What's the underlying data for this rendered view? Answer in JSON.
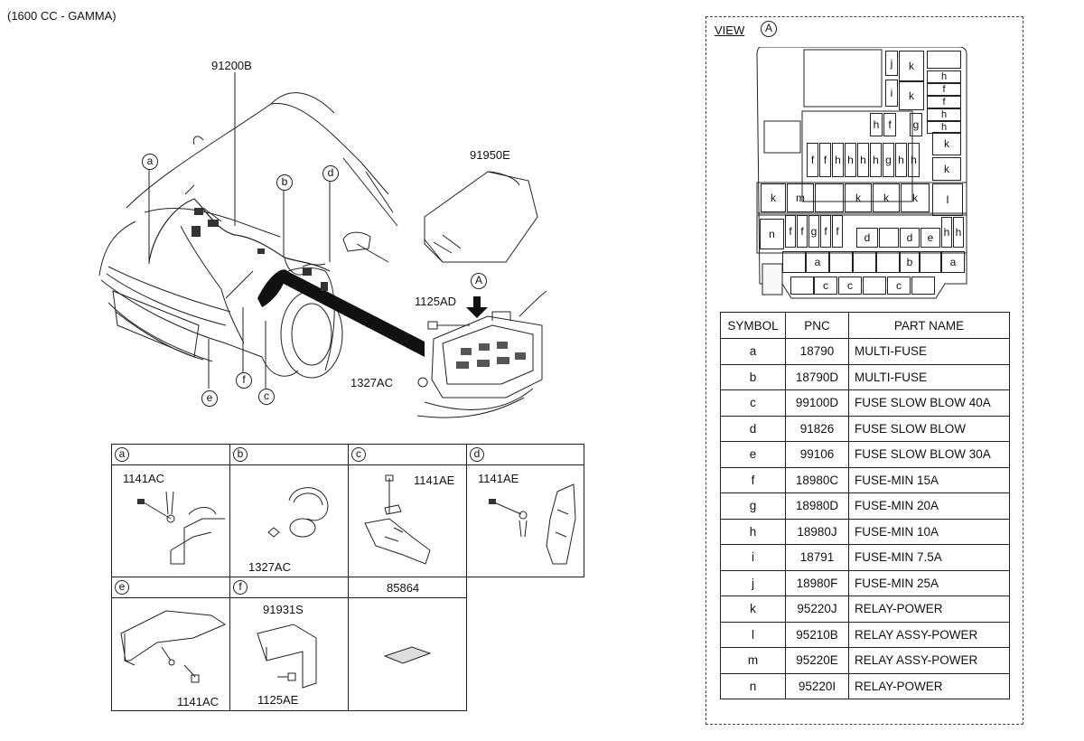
{
  "engine_label": "(1600 CC - GAMMA)",
  "main_callouts": {
    "harness": "91200B",
    "cover": "91950E",
    "bolt_top": "1125AD",
    "nut": "1327AC",
    "view_marker": "A"
  },
  "car_callouts": [
    "a",
    "b",
    "c",
    "d",
    "e",
    "f"
  ],
  "view": {
    "title": "VIEW",
    "marker": "A",
    "fuse_labels": {
      "j": "j",
      "k": "k",
      "h": "h",
      "f": "f",
      "i": "i",
      "g": "g",
      "l": "l",
      "m": "m",
      "n": "n",
      "a": "a",
      "b": "b",
      "c": "c",
      "d": "d",
      "e": "e"
    }
  },
  "parts_table": {
    "headers": [
      "SYMBOL",
      "PNC",
      "PART NAME"
    ],
    "rows": [
      {
        "symbol": "a",
        "pnc": "18790",
        "name": "MULTI-FUSE"
      },
      {
        "symbol": "b",
        "pnc": "18790D",
        "name": "MULTI-FUSE"
      },
      {
        "symbol": "c",
        "pnc": "99100D",
        "name": "FUSE SLOW BLOW 40A"
      },
      {
        "symbol": "d",
        "pnc": "91826",
        "name": "FUSE SLOW BLOW"
      },
      {
        "symbol": "e",
        "pnc": "99106",
        "name": "FUSE SLOW BLOW 30A"
      },
      {
        "symbol": "f",
        "pnc": "18980C",
        "name": "FUSE-MIN 15A"
      },
      {
        "symbol": "g",
        "pnc": "18980D",
        "name": "FUSE-MIN 20A"
      },
      {
        "symbol": "h",
        "pnc": "18980J",
        "name": "FUSE-MIN 10A"
      },
      {
        "symbol": "i",
        "pnc": "18791",
        "name": "FUSE-MIN 7.5A"
      },
      {
        "symbol": "j",
        "pnc": "18980F",
        "name": "FUSE-MIN 25A"
      },
      {
        "symbol": "k",
        "pnc": "95220J",
        "name": "RELAY-POWER"
      },
      {
        "symbol": "l",
        "pnc": "95210B",
        "name": "RELAY ASSY-POWER"
      },
      {
        "symbol": "m",
        "pnc": "95220E",
        "name": "RELAY ASSY-POWER"
      },
      {
        "symbol": "n",
        "pnc": "95220I",
        "name": "RELAY-POWER"
      }
    ]
  },
  "details": {
    "a": {
      "tag": "a",
      "part": "1141AC"
    },
    "b": {
      "tag": "b",
      "part": "1327AC"
    },
    "c": {
      "tag": "c",
      "part": "1141AE"
    },
    "d": {
      "tag": "d",
      "part": "1141AE"
    },
    "e": {
      "tag": "e",
      "part": "1141AC"
    },
    "f": {
      "tag": "f",
      "part_top": "91931S",
      "part_bottom": "1125AE"
    },
    "g": {
      "part": "85864"
    }
  }
}
